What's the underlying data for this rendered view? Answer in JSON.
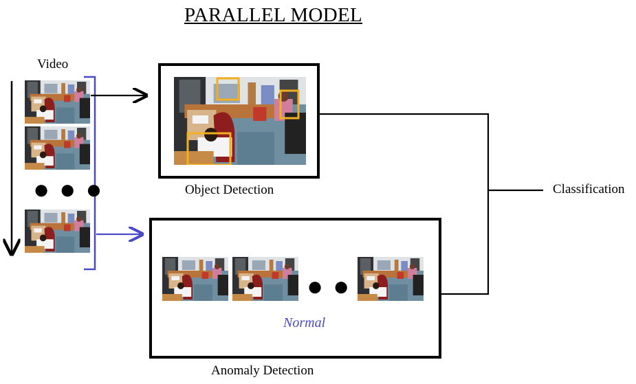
{
  "title": "PARALLEL MODEL",
  "labels": {
    "video": "Video",
    "object_detection": "Object Detection",
    "anomaly_detection": "Anomaly Detection",
    "classification": "Classification",
    "normal": "Normal"
  },
  "colors": {
    "blue": "#4a4ac8",
    "detection_box": "#f2b01e",
    "line": "#000000"
  },
  "icons": {
    "ellipsis_video": "ellipsis-icon",
    "ellipsis_anomaly": "ellipsis-icon"
  }
}
